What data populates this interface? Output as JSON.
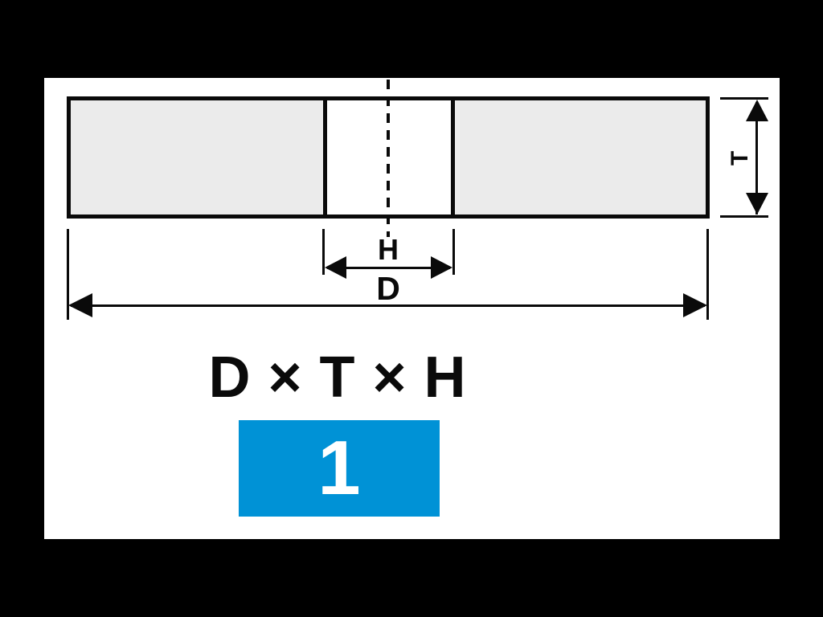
{
  "diagram": {
    "dimension_labels": {
      "diameter": "D",
      "thickness": "T",
      "hole": "H"
    },
    "formula": "D × T × H",
    "wheel_type_number": "1",
    "colors": {
      "badge_background": "#0092D6",
      "badge_text": "#FFFFFF",
      "wheel_fill": "#EBEBEB",
      "line_color": "#0A0A0A",
      "panel_background": "#FFFFFF",
      "page_background": "#000000"
    }
  }
}
